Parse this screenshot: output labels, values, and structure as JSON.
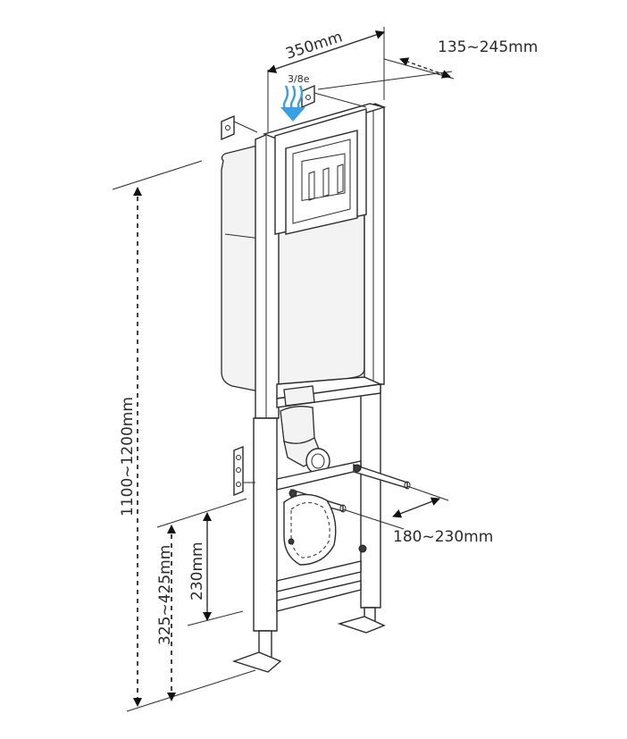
{
  "dimensions": {
    "width": "350mm",
    "depth": "135~245mm",
    "height": "1100~1200mm",
    "drain_height": "230mm",
    "bracket_height": "325~425mm",
    "bolt_spacing": "180~230mm",
    "water_inlet": "3/8e"
  },
  "colors": {
    "water_arrow": "#3aa0e6",
    "line": "#2b2b2b"
  },
  "icons": {
    "water_inlet": "down-arrow-icon"
  }
}
